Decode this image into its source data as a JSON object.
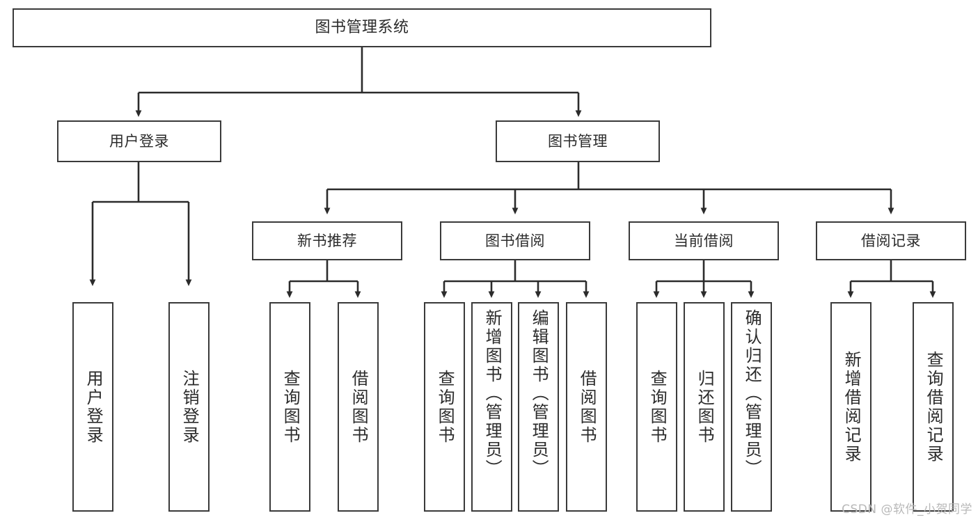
{
  "diagram": {
    "title": "图书管理系统",
    "watermark": "CSDN @软件_小贺同学",
    "colors": {
      "border": "#3a3a3a",
      "background": "#ffffff",
      "text": "#2b2b2b",
      "connector": "#2b2b2b",
      "watermark": "#b8b8b8"
    },
    "levels": {
      "root": {
        "label": "图书管理系统"
      },
      "level2": [
        {
          "label": "用户登录"
        },
        {
          "label": "图书管理"
        }
      ],
      "level3": [
        {
          "label": "新书推荐"
        },
        {
          "label": "图书借阅"
        },
        {
          "label": "当前借阅"
        },
        {
          "label": "借阅记录"
        }
      ],
      "leaves": [
        {
          "label": "用户登录",
          "parent": "用户登录"
        },
        {
          "label": "注销登录",
          "parent": "用户登录"
        },
        {
          "label": "查询图书",
          "parent": "新书推荐"
        },
        {
          "label": "借阅图书",
          "parent": "新书推荐"
        },
        {
          "label": "查询图书",
          "parent": "图书借阅"
        },
        {
          "label": "新增图书（管理员）",
          "parent": "图书借阅"
        },
        {
          "label": "编辑图书（管理员）",
          "parent": "图书借阅"
        },
        {
          "label": "借阅图书",
          "parent": "图书借阅"
        },
        {
          "label": "查询图书",
          "parent": "当前借阅"
        },
        {
          "label": "归还图书",
          "parent": "当前借阅"
        },
        {
          "label": "确认归还（管理员）",
          "parent": "当前借阅"
        },
        {
          "label": "新增借阅记录",
          "parent": "借阅记录"
        },
        {
          "label": "查询借阅记录",
          "parent": "借阅记录"
        }
      ]
    }
  }
}
